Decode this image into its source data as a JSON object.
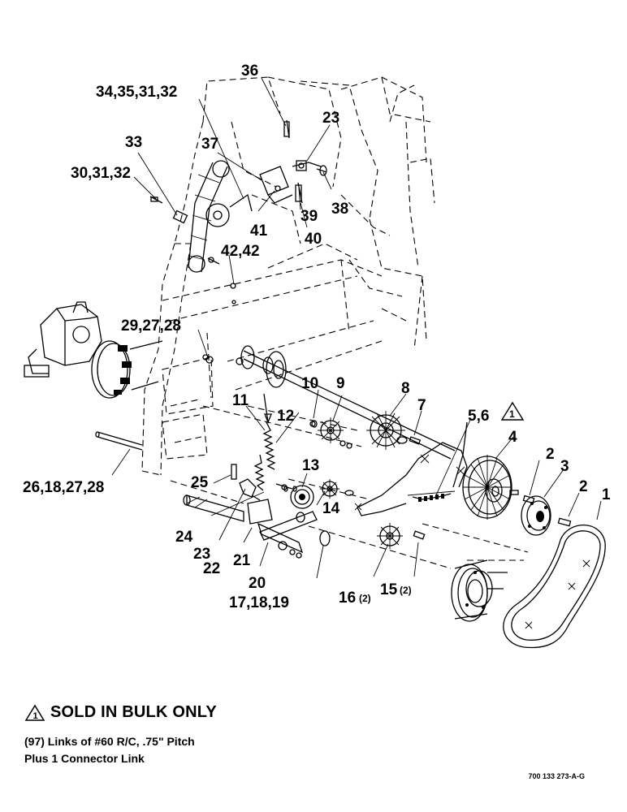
{
  "callouts": {
    "c1": "1",
    "c2a": "2",
    "c2b": "2",
    "c3": "3",
    "c4": "4",
    "c56": "5,6",
    "c7": "7",
    "c8": "8",
    "c9": "9",
    "c10": "10",
    "c11": "11",
    "c12": "12",
    "c13": "13",
    "c14": "14",
    "c15": "15",
    "c15q": "(2)",
    "c16": "16",
    "c16q": "(2)",
    "c171819": "17,18,19",
    "c20": "20",
    "c21": "21",
    "c22": "22",
    "c23a": "23",
    "c23b": "23",
    "c24": "24",
    "c25": "25",
    "c26": "26,18,27,28",
    "c29": "29,27,28",
    "c30": "30,31,32",
    "c33": "33",
    "c34": "34,35,31,32",
    "c36": "36",
    "c37": "37",
    "c38": "38",
    "c39": "39",
    "c40": "40",
    "c41": "41",
    "c42": "42,42"
  },
  "notes": {
    "bulk_symbol": "1",
    "bulk_text": "SOLD IN BULK ONLY",
    "line1": "(97) Links of #60 R/C, .75\" Pitch",
    "line2": "Plus 1 Connector Link"
  },
  "drawing_number": "700 133 273-A-G"
}
